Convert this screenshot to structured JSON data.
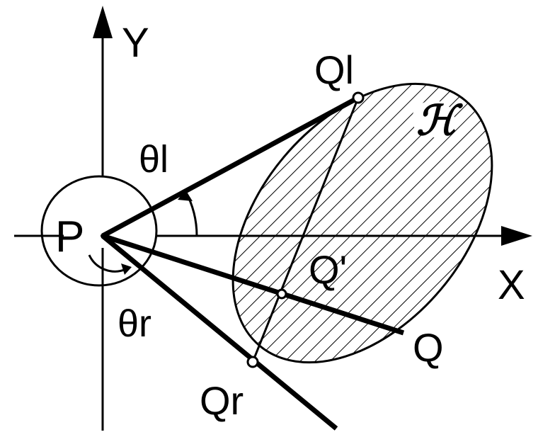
{
  "labels": {
    "y_axis": "Y",
    "x_axis": "X",
    "origin": "P",
    "q_l": "Ql",
    "q_r": "Qr",
    "q_prime": "Q'",
    "q": "Q",
    "theta_l": "θl",
    "theta_r": "θr",
    "region": "ℋ"
  },
  "colors": {
    "ink": "#000000",
    "background": "#ffffff"
  }
}
